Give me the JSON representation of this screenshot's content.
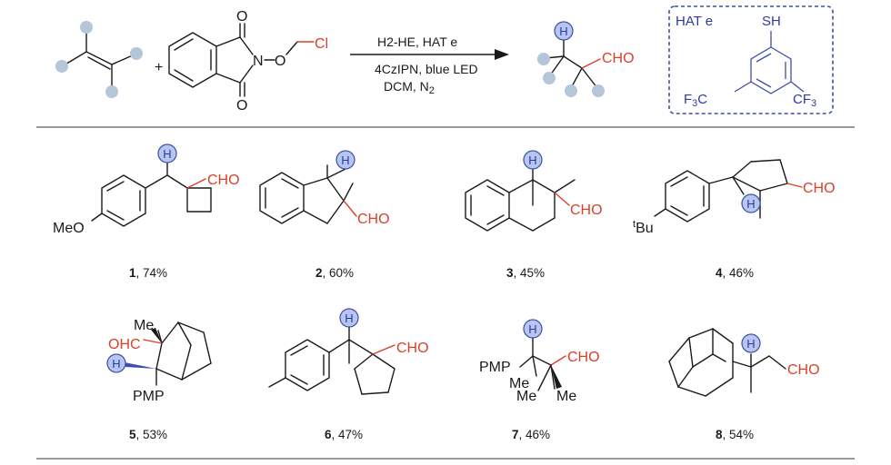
{
  "reaction": {
    "conditions": {
      "line1": "H2-HE, HAT e",
      "line2": "4CzIPN, blue LED",
      "line3_main": "DCM, N",
      "line3_sub": "2"
    },
    "reagent_labels": {
      "n": "N",
      "o": "O",
      "cl": "Cl",
      "o_top": "O",
      "o_bot": "O"
    },
    "plus": "+",
    "product": {
      "cho": "CHO",
      "h": "H"
    }
  },
  "hat_box": {
    "title": "HAT e",
    "sh": "SH",
    "cf3_left_main": "F",
    "cf3_left_sub": "3",
    "cf3_left_c": "C",
    "cf3_right_main": "CF",
    "cf3_right_sub": "3"
  },
  "compounds": [
    {
      "id": "1",
      "yield": ", 74%",
      "labels": {
        "cho": "CHO",
        "meo": "MeO",
        "h": "H"
      }
    },
    {
      "id": "2",
      "yield": ", 60%",
      "labels": {
        "cho": "CHO",
        "h": "H"
      }
    },
    {
      "id": "3",
      "yield": ", 45%",
      "labels": {
        "cho": "CHO",
        "h": "H"
      }
    },
    {
      "id": "4",
      "yield": ", 46%",
      "labels": {
        "cho": "CHO",
        "tbu_t": "t",
        "tbu": "Bu",
        "h": "H"
      }
    },
    {
      "id": "5",
      "yield": ", 53%",
      "labels": {
        "ohc": "OHC",
        "me": "Me",
        "pmp": "PMP",
        "h": "H"
      }
    },
    {
      "id": "6",
      "yield": ", 47%",
      "labels": {
        "cho": "CHO",
        "h": "H"
      }
    },
    {
      "id": "7",
      "yield": ", 46%",
      "labels": {
        "cho": "CHO",
        "pmp": "PMP",
        "me1": "Me",
        "me2": "Me",
        "me3": "Me",
        "h": "H"
      }
    },
    {
      "id": "8",
      "yield": ", 54%",
      "labels": {
        "cho": "CHO",
        "h": "H"
      }
    }
  ],
  "colors": {
    "highlight_h": "#b7c6ee",
    "aldehyde": "#d9412a",
    "hat_box_border": "#3f4ea8",
    "substituent_dot": "#b4c6d8"
  }
}
